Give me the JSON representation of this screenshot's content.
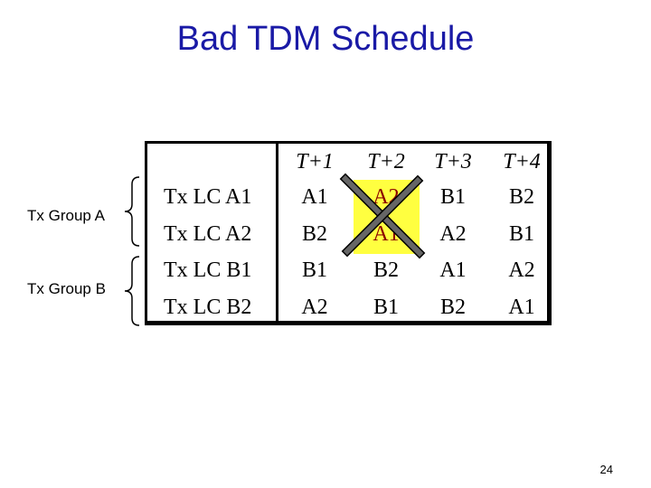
{
  "slide": {
    "title": "Bad TDM Schedule",
    "page_number": "24"
  },
  "groups": [
    {
      "label": "Tx Group A"
    },
    {
      "label": "Tx Group B"
    }
  ],
  "table": {
    "headers": [
      "T+1",
      "T+2",
      "T+3",
      "T+4"
    ],
    "rows": [
      {
        "label": "Tx LC A1",
        "cells": [
          "A1",
          "A2",
          "B1",
          "B2"
        ]
      },
      {
        "label": "Tx LC A2",
        "cells": [
          "B2",
          "A1",
          "A2",
          "B1"
        ]
      },
      {
        "label": "Tx LC B1",
        "cells": [
          "B1",
          "B2",
          "A1",
          "A2"
        ]
      },
      {
        "label": "Tx LC B2",
        "cells": [
          "A2",
          "B1",
          "B2",
          "A1"
        ]
      }
    ],
    "highlighted_column": "T+2",
    "highlight_color": "#ffff40",
    "conflict_text_color": "#8b0000",
    "cross_mark_color": "#666666"
  }
}
